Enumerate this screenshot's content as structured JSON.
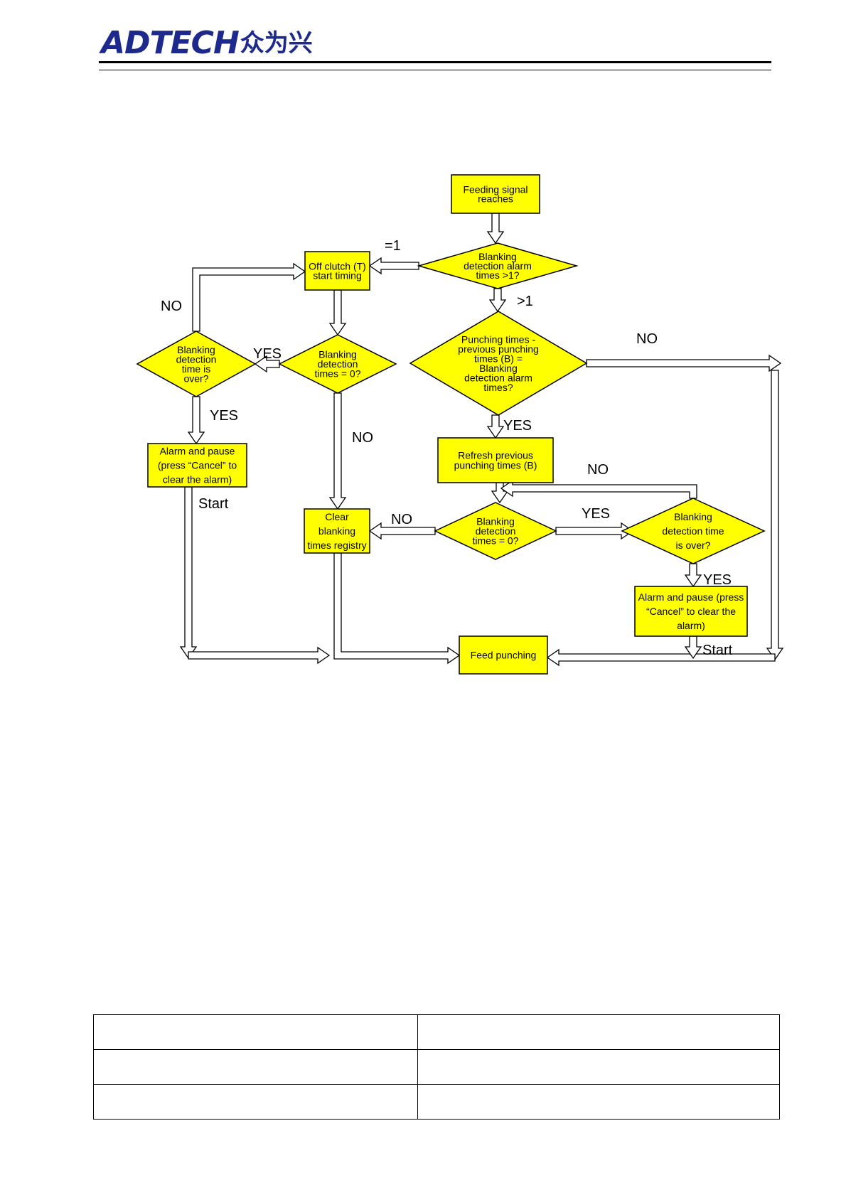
{
  "header": {
    "logo_latin": "ADTECH",
    "logo_cjk": "众为兴",
    "colors": {
      "logo": "#1d2a8c"
    }
  },
  "flowchart": {
    "colors": {
      "node_fill": "#ffff00",
      "stroke": "#000000",
      "arrow_fill": "#ffffff"
    },
    "nodes": [
      {
        "id": "feeding-signal",
        "shape": "rect",
        "lines": [
          "Feeding signal",
          "reaches"
        ]
      },
      {
        "id": "alarm-times-gt1",
        "shape": "diamond",
        "lines": [
          "Blanking",
          "detection alarm",
          "times >1?"
        ]
      },
      {
        "id": "off-clutch",
        "shape": "rect",
        "lines": [
          "Off clutch (T)",
          "start timing"
        ]
      },
      {
        "id": "punching-compare",
        "shape": "diamond",
        "lines": [
          "Punching times -",
          "previous punching",
          "times (B) =",
          "Blanking",
          "detection alarm",
          "times?"
        ]
      },
      {
        "id": "blanking-time-over-left",
        "shape": "diamond",
        "lines": [
          "Blanking",
          "detection",
          "time is",
          "over?"
        ]
      },
      {
        "id": "blanking-times-zero-left",
        "shape": "diamond",
        "lines": [
          "Blanking",
          "detection",
          "times = 0?"
        ]
      },
      {
        "id": "alarm-pause-left",
        "shape": "rect",
        "lines": [
          "Alarm and pause",
          "(press “Cancel” to",
          "clear the alarm)"
        ]
      },
      {
        "id": "refresh-previous",
        "shape": "rect",
        "lines": [
          "Refresh previous",
          "punching times (B)"
        ]
      },
      {
        "id": "clear-registry",
        "shape": "rect",
        "lines": [
          "Clear",
          "blanking",
          "times registry"
        ]
      },
      {
        "id": "blanking-times-zero-right",
        "shape": "diamond",
        "lines": [
          "Blanking",
          "detection",
          "times = 0?"
        ]
      },
      {
        "id": "blanking-time-over-right",
        "shape": "diamond",
        "lines": [
          "Blanking",
          "detection time",
          "is over?"
        ]
      },
      {
        "id": "alarm-pause-right",
        "shape": "rect",
        "lines": [
          "Alarm and pause (press",
          "“Cancel” to clear the",
          "alarm)"
        ]
      },
      {
        "id": "feed-punching",
        "shape": "rect",
        "lines": [
          "Feed punching"
        ]
      }
    ],
    "labels": [
      {
        "id": "eq1",
        "text": "=1"
      },
      {
        "id": "gt1",
        "text": ">1"
      },
      {
        "id": "no-right-top",
        "text": "NO"
      },
      {
        "id": "no-left-top",
        "text": "NO"
      },
      {
        "id": "yes-left-mid",
        "text": "YES"
      },
      {
        "id": "yes-left-down",
        "text": "YES"
      },
      {
        "id": "start-left",
        "text": "Start"
      },
      {
        "id": "no-center-down",
        "text": "NO"
      },
      {
        "id": "yes-compare",
        "text": "YES"
      },
      {
        "id": "no-loop",
        "text": "NO"
      },
      {
        "id": "no-clear",
        "text": "NO"
      },
      {
        "id": "yes-right-mid",
        "text": "YES"
      },
      {
        "id": "yes-right-down",
        "text": "YES"
      },
      {
        "id": "start-right",
        "text": "Start"
      }
    ]
  },
  "table": {
    "rows": [
      [
        "",
        ""
      ],
      [
        "",
        ""
      ],
      [
        "",
        ""
      ]
    ]
  }
}
